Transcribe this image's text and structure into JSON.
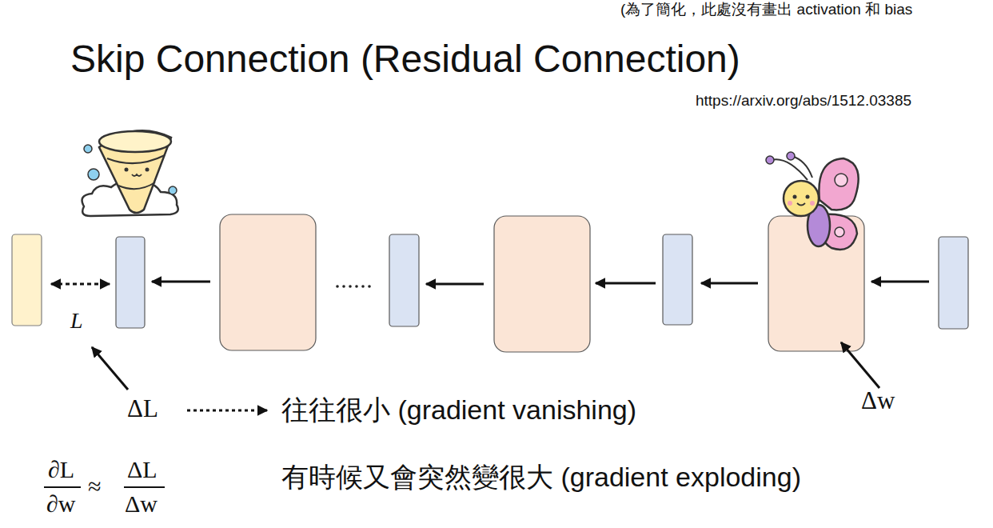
{
  "diagram": {
    "title": "Skip Connection (Residual Connection)",
    "labels": [
      "(為了簡化，此處沒有畫出 activation 和 bias",
      "https://arxiv.org/abs/1512.03385",
      "L",
      "ΔL",
      "往往很小 (gradient vanishing)",
      "有時候又會突然變很大 (gradient exploding)",
      "Δw",
      "∂L",
      "∂w",
      "≈",
      "ΔL",
      "Δw"
    ]
  }
}
